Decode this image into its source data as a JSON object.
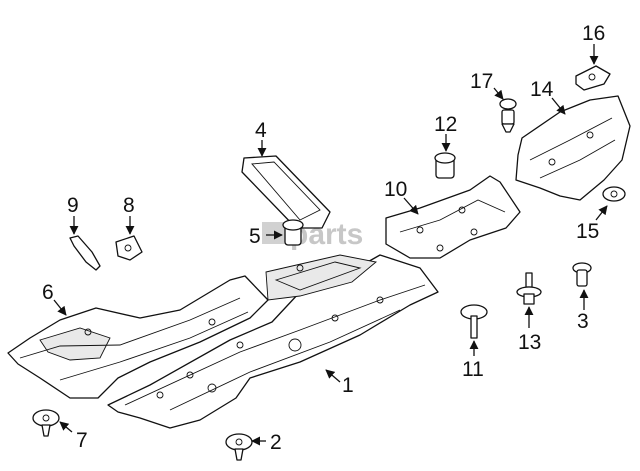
{
  "watermark": {
    "brand": "parts"
  },
  "callouts": [
    {
      "id": "1",
      "label": "1"
    },
    {
      "id": "2",
      "label": "2"
    },
    {
      "id": "3",
      "label": "3"
    },
    {
      "id": "4",
      "label": "4"
    },
    {
      "id": "5",
      "label": "5"
    },
    {
      "id": "6",
      "label": "6"
    },
    {
      "id": "7",
      "label": "7"
    },
    {
      "id": "8",
      "label": "8"
    },
    {
      "id": "9",
      "label": "9"
    },
    {
      "id": "10",
      "label": "10"
    },
    {
      "id": "11",
      "label": "11"
    },
    {
      "id": "12",
      "label": "12"
    },
    {
      "id": "13",
      "label": "13"
    },
    {
      "id": "14",
      "label": "14"
    },
    {
      "id": "15",
      "label": "15"
    },
    {
      "id": "16",
      "label": "16"
    },
    {
      "id": "17",
      "label": "17"
    }
  ]
}
